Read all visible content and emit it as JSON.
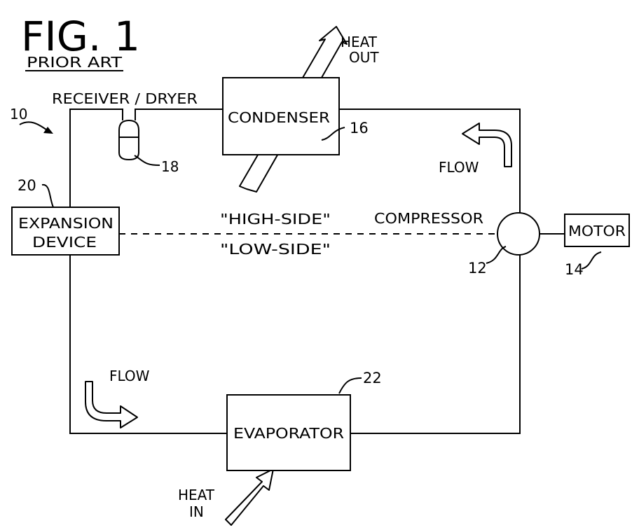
{
  "figure": {
    "title": "FIG. 1",
    "subtitle": "PRIOR ART"
  },
  "components": {
    "condenser": {
      "label": "CONDENSER",
      "ref": "16"
    },
    "evaporator": {
      "label": "EVAPORATOR",
      "ref": "22"
    },
    "expansion_device": {
      "line1": "EXPANSION",
      "line2": "DEVICE",
      "ref": "20"
    },
    "compressor": {
      "label": "COMPRESSOR",
      "ref": "12"
    },
    "motor": {
      "label": "MOTOR",
      "ref": "14"
    },
    "receiver_dryer": {
      "label": "RECEIVER / DRYER",
      "ref": "18"
    },
    "system": {
      "ref": "10"
    }
  },
  "annotations": {
    "high_side": "\"HIGH-SIDE\"",
    "low_side": "\"LOW-SIDE\"",
    "flow_right": "FLOW",
    "flow_left": "FLOW",
    "heat_out_line1": "HEAT",
    "heat_out_line2": "OUT",
    "heat_in_line1": "HEAT",
    "heat_in_line2": "IN"
  }
}
